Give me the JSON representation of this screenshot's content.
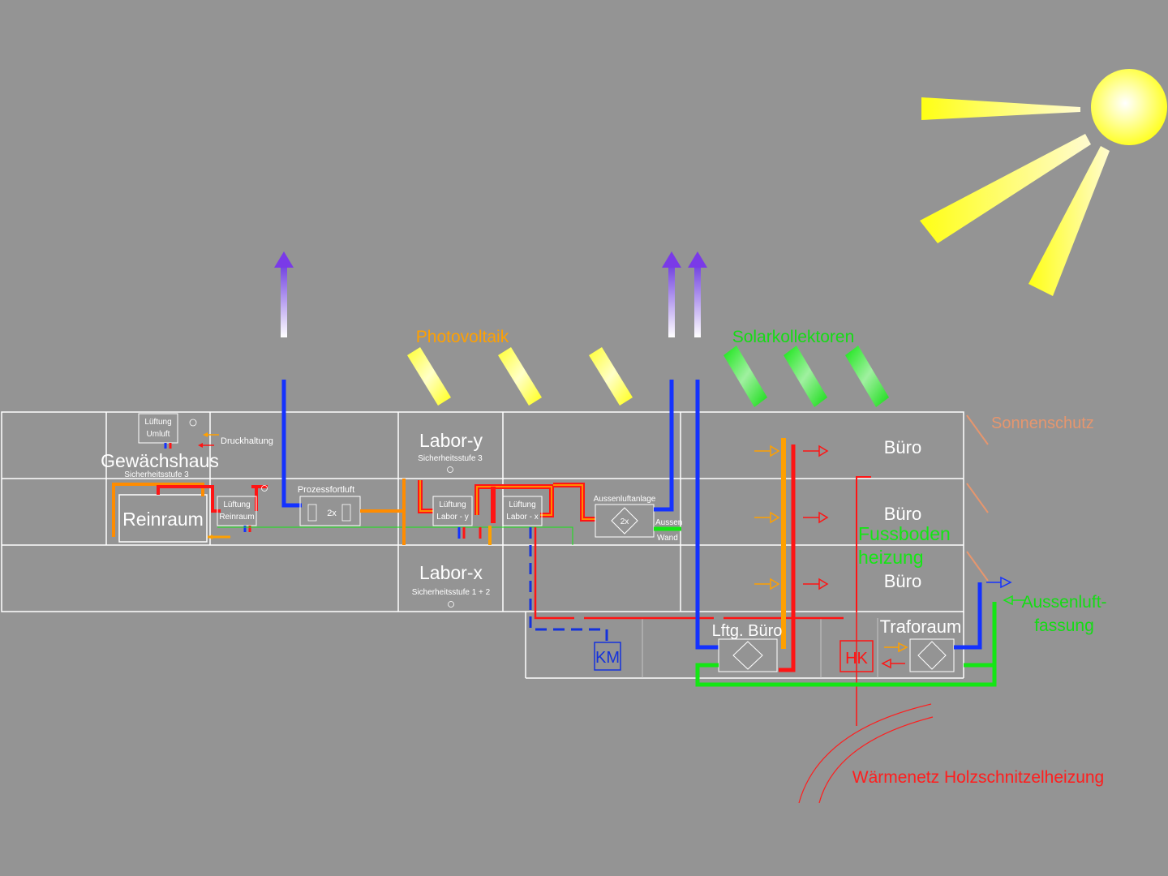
{
  "colors": {
    "background": "#949494",
    "wall": "#ffffff",
    "blue_duct": "#1432ff",
    "orange_duct": "#ff8c00",
    "red_line": "#ff1414",
    "green_line": "#14e614",
    "yellow": "#ffff14",
    "purple_arrow": "#8250e6",
    "solar_text": "#ffa000",
    "collector_text": "#14dc14",
    "shade_text": "#e6966e",
    "heat_text": "#ff1e1e",
    "km": "#1432dc"
  },
  "labels": {
    "photovoltaik": "Photovoltaik",
    "solarkollektoren": "Solarkollektoren",
    "sonnenschutz": "Sonnenschutz",
    "waermenetz": "Wärmenetz Holzschnitzelheizung",
    "aussenluftfassung_1": "Aussenluft-",
    "aussenluftfassung_2": "fassung",
    "fussboden_1": "Fussboden",
    "fussboden_2": "heizung"
  },
  "rooms": {
    "gewaechshaus": "Gewächshaus",
    "gewaechshaus_sub": "Sicherheitsstufe 3",
    "lueftung_umluft_1": "Lüftung",
    "lueftung_umluft_2": "Umluft",
    "druckhaltung": "Druckhaltung",
    "reinraum": "Reinraum",
    "lueftung_reinraum_1": "Lüftung",
    "lueftung_reinraum_2": "Reinraum",
    "prozessfortluft": "Prozessfortluft",
    "prozess_count": "2x",
    "labor_y": "Labor-y",
    "labor_y_sub": "Sicherheitsstufe 3",
    "lueftung_labor_y_1": "Lüftung",
    "lueftung_labor_y_2": "Labor - y",
    "lueftung_labor_x_1": "Lüftung",
    "lueftung_labor_x_2": "Labor - x",
    "labor_x": "Labor-x",
    "labor_x_sub": "Sicherheitsstufe 1 + 2",
    "aussenluftanlage": "Aussenluftanlage",
    "aussenluft_count": "2x",
    "aussen_wand_1": "Aussen",
    "aussen_wand_2": "Wand",
    "buero_1": "Büro",
    "buero_2": "Büro",
    "buero_3": "Büro",
    "km": "KM",
    "lftg_buero": "Lftg. Büro",
    "traforaum": "Traforaum",
    "hk": "HK"
  }
}
